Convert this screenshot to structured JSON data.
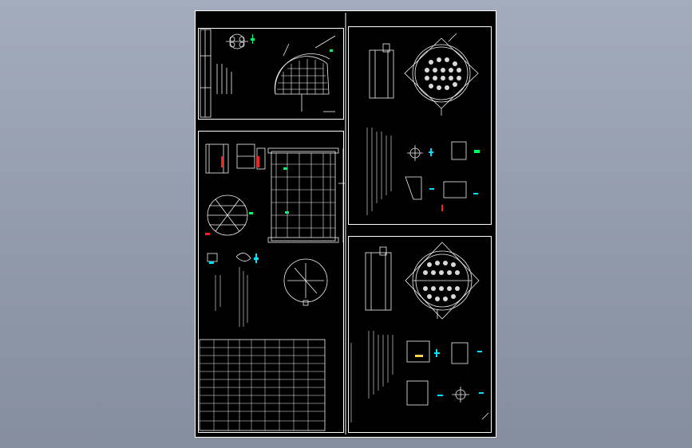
{
  "drawing": {
    "background": "#000000",
    "line_color": "#f0f0f0",
    "accent_green": "#00ff66",
    "accent_cyan": "#00e0ff",
    "accent_red": "#ff2020",
    "accent_yellow": "#ffd24a",
    "border_color": "#ffffff"
  },
  "sheets": [
    {
      "id": "top-left",
      "label": "",
      "scale_note": ""
    },
    {
      "id": "middle-left",
      "label": "",
      "scale_note": ""
    },
    {
      "id": "top-right",
      "label": "",
      "scale_note": ""
    },
    {
      "id": "bottom-right",
      "label": "",
      "scale_note": ""
    }
  ],
  "title_block": {
    "columns": 9,
    "rows": 12
  }
}
